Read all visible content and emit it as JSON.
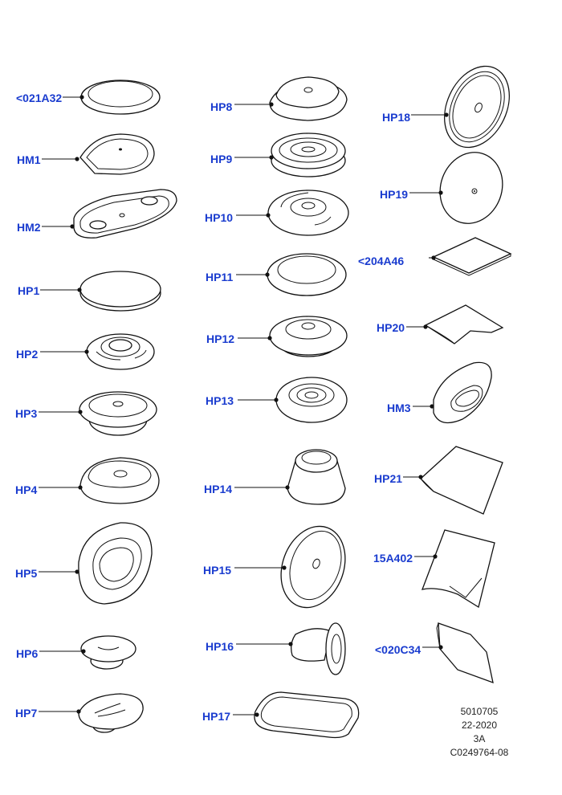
{
  "parts": [
    {
      "id": "p1",
      "label": "<021A32"
    },
    {
      "id": "p2",
      "label": "HM1"
    },
    {
      "id": "p3",
      "label": "HM2"
    },
    {
      "id": "p4",
      "label": "HP1"
    },
    {
      "id": "p5",
      "label": "HP2"
    },
    {
      "id": "p6",
      "label": "HP3"
    },
    {
      "id": "p7",
      "label": "HP4"
    },
    {
      "id": "p8",
      "label": "HP5"
    },
    {
      "id": "p9",
      "label": "HP6"
    },
    {
      "id": "p10",
      "label": "HP7"
    },
    {
      "id": "p11",
      "label": "HP8"
    },
    {
      "id": "p12",
      "label": "HP9"
    },
    {
      "id": "p13",
      "label": "HP10"
    },
    {
      "id": "p14",
      "label": "HP11"
    },
    {
      "id": "p15",
      "label": "HP12"
    },
    {
      "id": "p16",
      "label": "HP13"
    },
    {
      "id": "p17",
      "label": "HP14"
    },
    {
      "id": "p18",
      "label": "HP15"
    },
    {
      "id": "p19",
      "label": "HP16"
    },
    {
      "id": "p20",
      "label": "HP17"
    },
    {
      "id": "p21",
      "label": "HP18"
    },
    {
      "id": "p22",
      "label": "HP19"
    },
    {
      "id": "p23",
      "label": "<204A46"
    },
    {
      "id": "p24",
      "label": "HP20"
    },
    {
      "id": "p25",
      "label": "HM3"
    },
    {
      "id": "p26",
      "label": "HP21"
    },
    {
      "id": "p27",
      "label": "15A402"
    },
    {
      "id": "p28",
      "label": "<020C34"
    }
  ],
  "reference": [
    "5010705",
    "22-2020",
    "3A",
    "C0249764-08"
  ]
}
